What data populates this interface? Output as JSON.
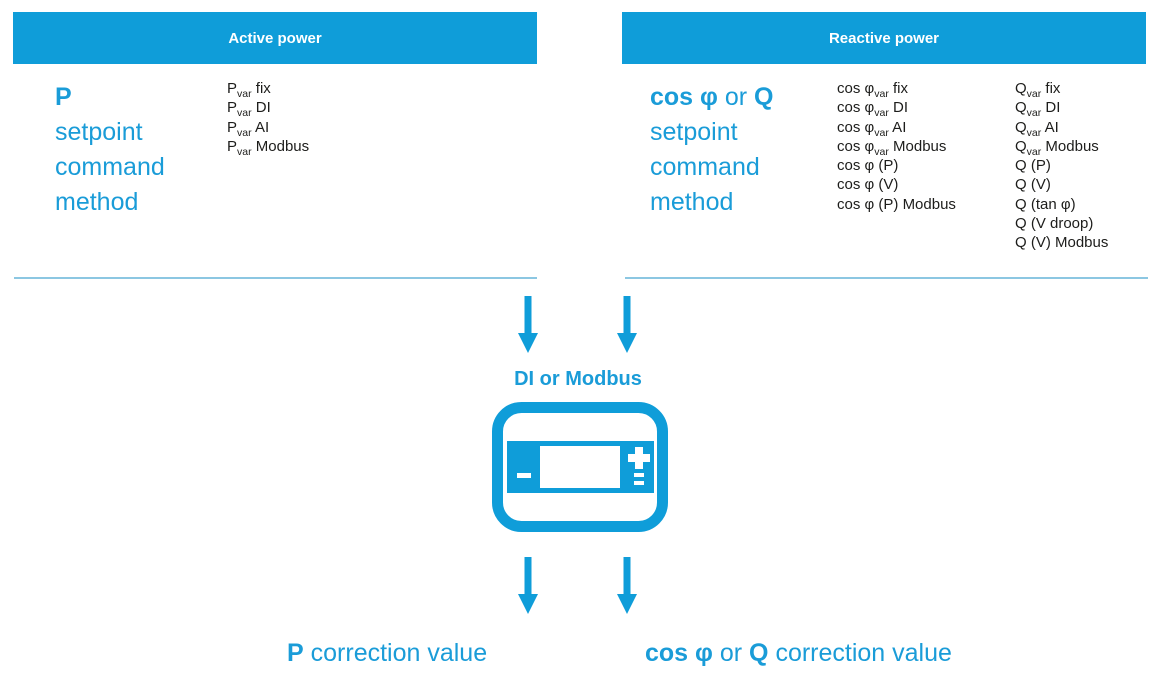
{
  "colors": {
    "accent": "#0f9dd9",
    "heading_blue": "#1a9cd8",
    "list_text": "#1d1d1b",
    "divider": "#8cc7e2",
    "header_text": "#ffffff"
  },
  "icons": {
    "down_arrow": "down-arrow-icon",
    "device": "controller-device-icon"
  },
  "active_power": {
    "header": "Active power",
    "heading_lines": [
      [
        {
          "t": "P",
          "b": true
        }
      ],
      [
        {
          "t": "setpoint"
        }
      ],
      [
        {
          "t": "command"
        }
      ],
      [
        {
          "t": "method"
        }
      ]
    ],
    "methods": [
      [
        {
          "t": "P"
        },
        {
          "sub": "var"
        },
        {
          "t": " fix"
        }
      ],
      [
        {
          "t": "P"
        },
        {
          "sub": "var"
        },
        {
          "t": " DI"
        }
      ],
      [
        {
          "t": "P"
        },
        {
          "sub": "var"
        },
        {
          "t": " AI"
        }
      ],
      [
        {
          "t": "P"
        },
        {
          "sub": "var"
        },
        {
          "t": " Modbus"
        }
      ]
    ]
  },
  "reactive_power": {
    "header": "Reactive power",
    "heading_lines": [
      [
        {
          "t": "cos φ",
          "b": true
        },
        {
          "t": " or "
        },
        {
          "t": "Q",
          "b": true
        }
      ],
      [
        {
          "t": "setpoint"
        }
      ],
      [
        {
          "t": "command"
        }
      ],
      [
        {
          "t": "method"
        }
      ]
    ],
    "methods_cos": [
      [
        {
          "t": "cos φ"
        },
        {
          "sub": "var"
        },
        {
          "t": " fix"
        }
      ],
      [
        {
          "t": "cos φ"
        },
        {
          "sub": "var"
        },
        {
          "t": " DI"
        }
      ],
      [
        {
          "t": "cos φ"
        },
        {
          "sub": "var"
        },
        {
          "t": " AI"
        }
      ],
      [
        {
          "t": "cos φ"
        },
        {
          "sub": "var"
        },
        {
          "t": " Modbus"
        }
      ],
      [
        {
          "t": "cos φ (P)"
        }
      ],
      [
        {
          "t": "cos φ (V)"
        }
      ],
      [
        {
          "t": "cos φ (P) Modbus"
        }
      ]
    ],
    "methods_q": [
      [
        {
          "t": "Q"
        },
        {
          "sub": "var"
        },
        {
          "t": " fix"
        }
      ],
      [
        {
          "t": "Q"
        },
        {
          "sub": "var"
        },
        {
          "t": " DI"
        }
      ],
      [
        {
          "t": "Q"
        },
        {
          "sub": "var"
        },
        {
          "t": " AI"
        }
      ],
      [
        {
          "t": "Q"
        },
        {
          "sub": "var"
        },
        {
          "t": " Modbus"
        }
      ],
      [
        {
          "t": "Q (P)"
        }
      ],
      [
        {
          "t": "Q (V)"
        }
      ],
      [
        {
          "t": "Q (tan φ)"
        }
      ],
      [
        {
          "t": "Q (V droop)"
        }
      ],
      [
        {
          "t": "Q (V) Modbus"
        }
      ]
    ]
  },
  "middle": {
    "label": "DI or Modbus"
  },
  "outputs": {
    "p_correction": [
      {
        "t": "P",
        "b": true
      },
      {
        "t": " correction value"
      }
    ],
    "q_correction": [
      {
        "t": "cos φ",
        "b": true
      },
      {
        "t": " or "
      },
      {
        "t": "Q",
        "b": true
      },
      {
        "t": " correction value"
      }
    ]
  }
}
